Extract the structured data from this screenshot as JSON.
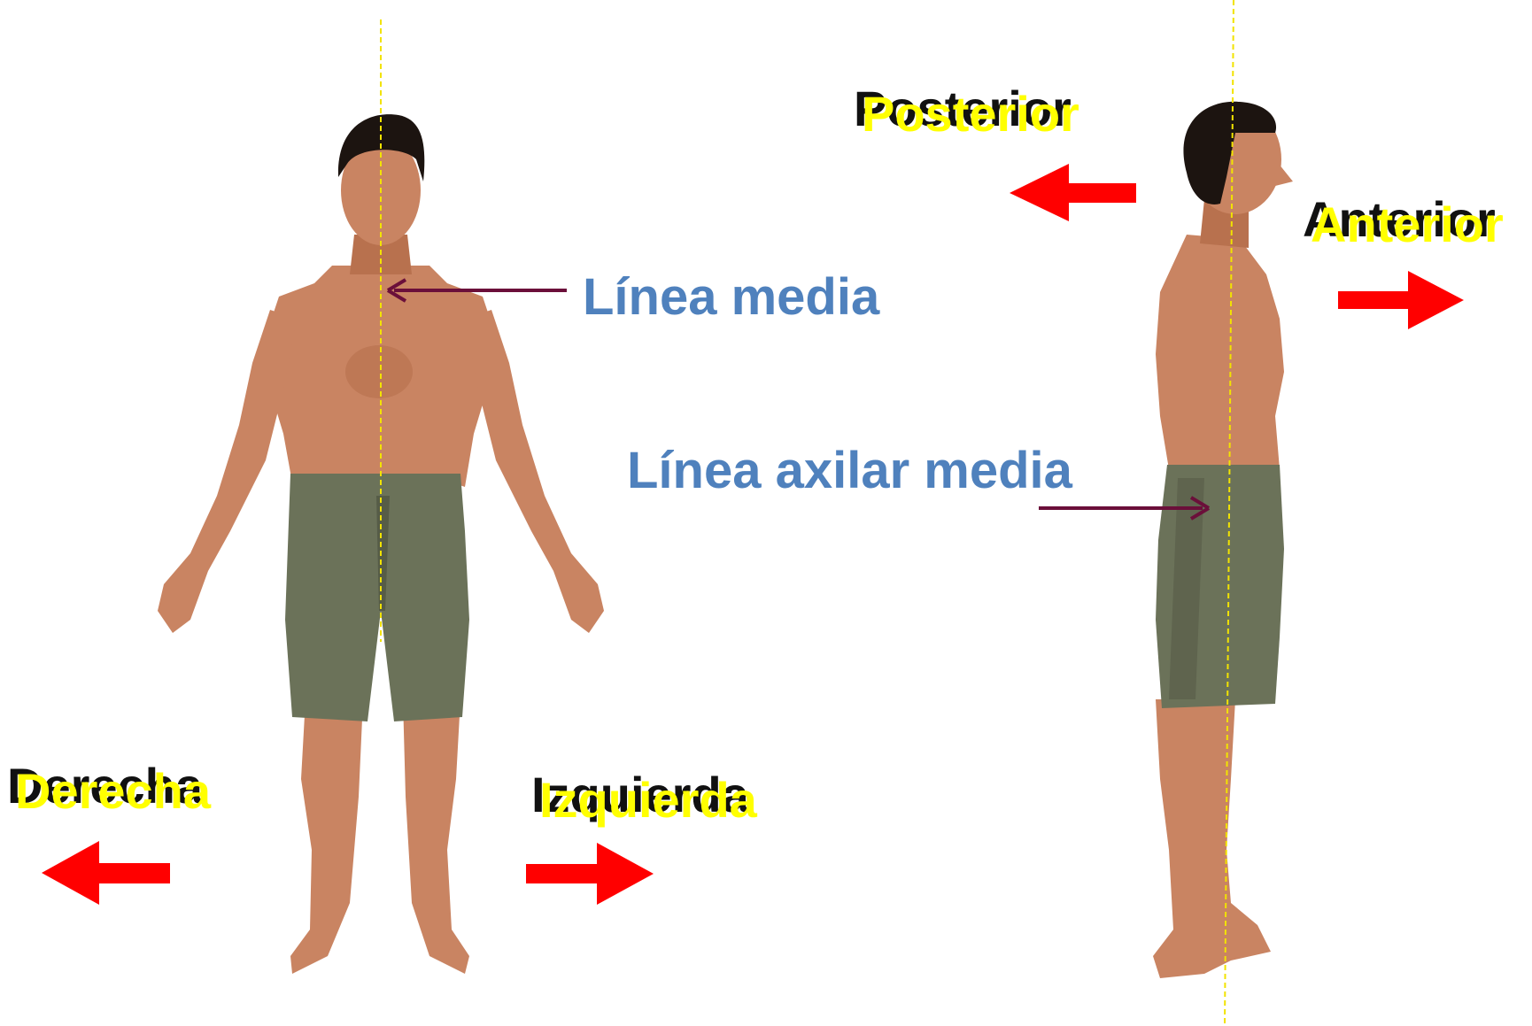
{
  "labels": {
    "posterior": "Posterior",
    "anterior": "Anterior",
    "derecha": "Derecha",
    "izquierda": "Izquierda",
    "linea_media": "Línea media",
    "linea_axilar_media": "Línea axilar media"
  },
  "colors": {
    "arrow": "#ff0000",
    "label_text": "#ffff00",
    "label_shadow": "#111111",
    "line_label": "#4f81bd",
    "pointer": "#6b0f3a",
    "guide_line": "#f2e300",
    "skin": "#c98462",
    "skin_shadow": "#a8623f",
    "hair": "#1c1410",
    "shorts": "#6b7259",
    "shorts_shadow": "#565c47"
  }
}
